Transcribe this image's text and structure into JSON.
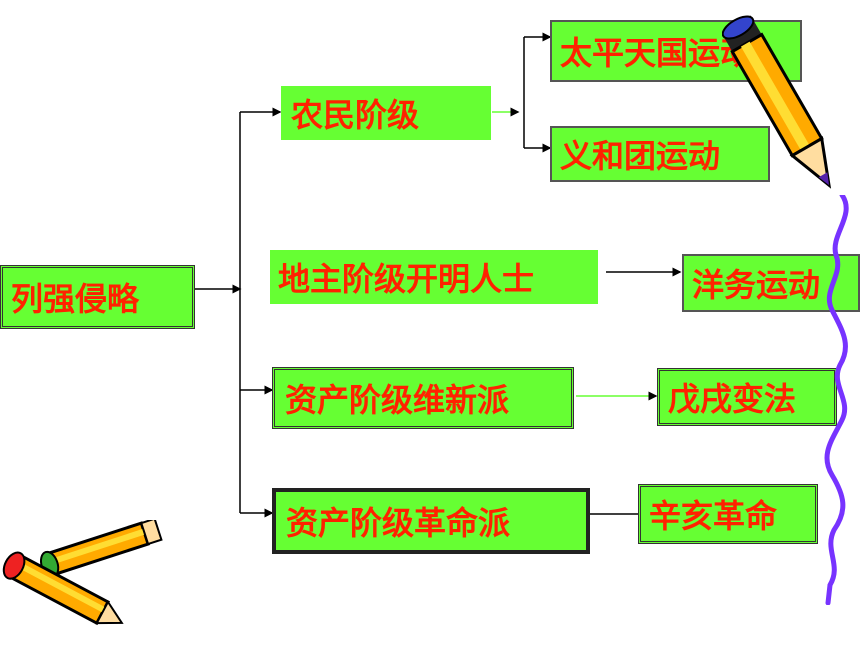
{
  "diagram": {
    "root": "列强侵略",
    "classes": [
      {
        "name": "农民阶级",
        "results": [
          "太平天国运动",
          "义和团运动"
        ]
      },
      {
        "name": "地主阶级开明人士",
        "results": [
          "洋务运动"
        ]
      },
      {
        "name": "资产阶级维新派",
        "results": [
          "戊戌变法"
        ]
      },
      {
        "name": "资产阶级革命派",
        "results": [
          "辛亥革命"
        ]
      }
    ]
  },
  "decorations": [
    "pencil-icon",
    "squiggle-line-icon",
    "crossed-pencils-icon"
  ],
  "colors": {
    "box_fill": "#66ff33",
    "text": "#ff2200",
    "squiggle": "#7733ff"
  }
}
